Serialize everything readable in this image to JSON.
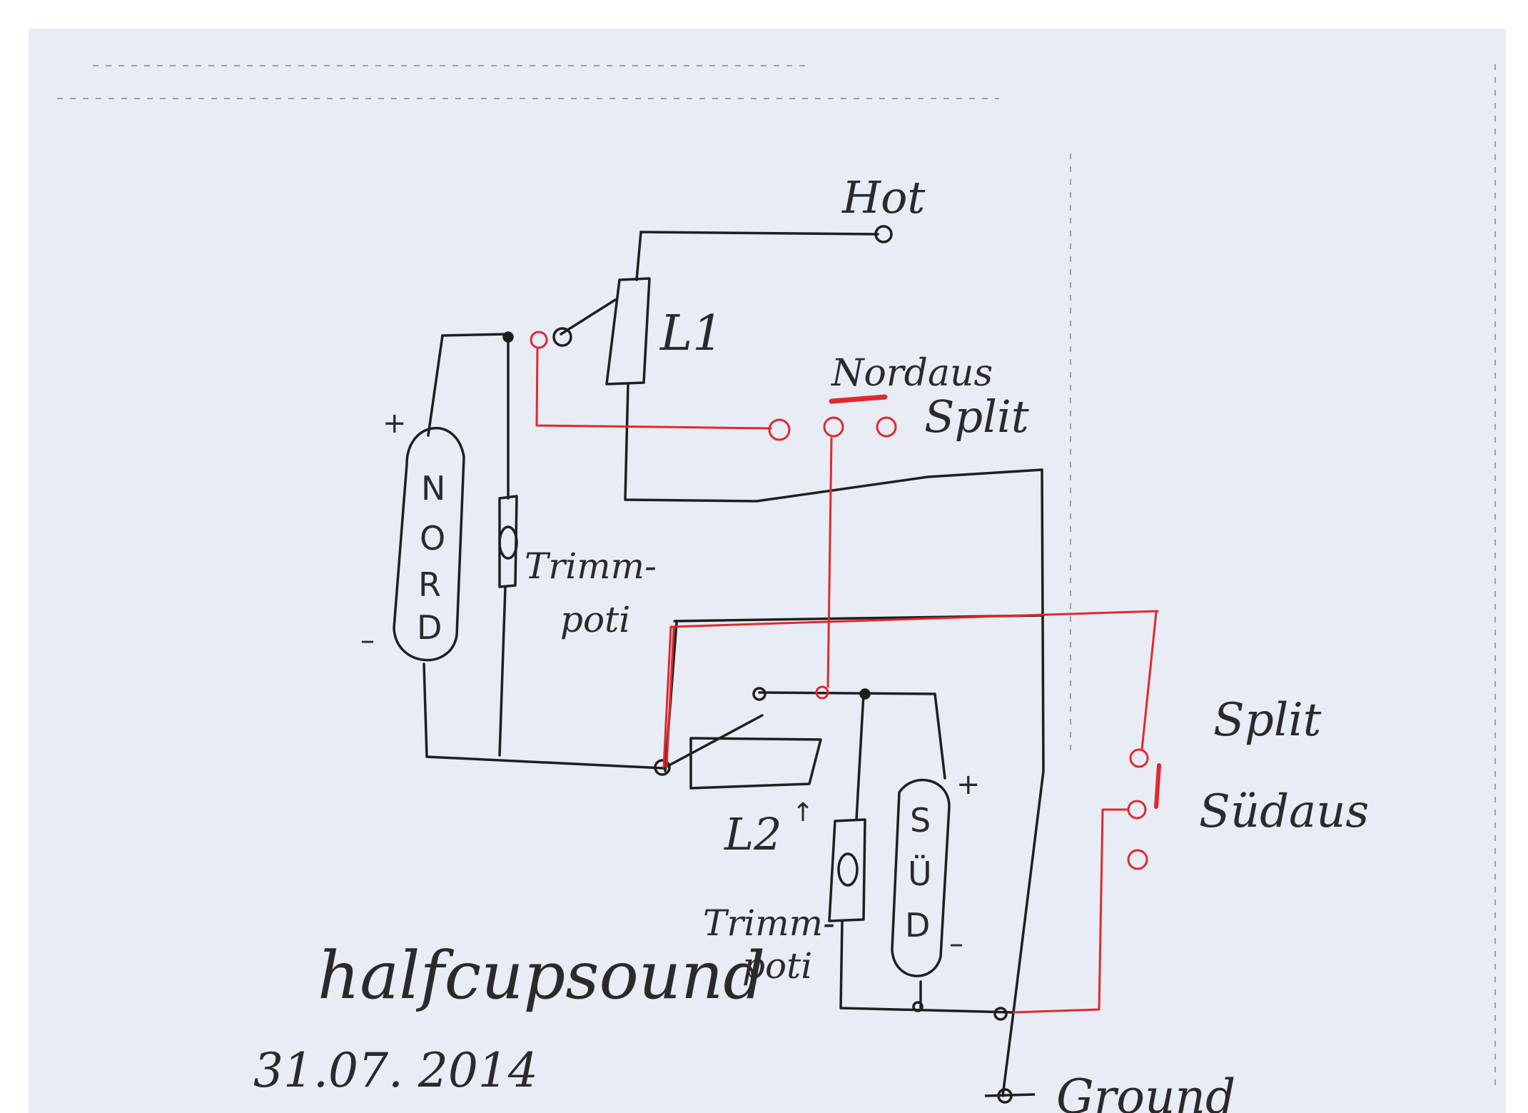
{
  "colors": {
    "paper": "#e8ecf5",
    "ink": "#1f1f1f",
    "red": "#e0292f"
  },
  "labels": {
    "hot": "Hot",
    "l1": "L1",
    "nordaus_line1": "Nordaus",
    "nordaus_line2": "Split",
    "plus_nord": "+",
    "minus_nord": "–",
    "nord_letters": [
      "N",
      "O",
      "R",
      "D"
    ],
    "trimm1_line1": "Trimm-",
    "trimm1_line2": "poti",
    "l2": "L2",
    "plus_sud": "+",
    "minus_sud": "–",
    "sud_letters": [
      "S",
      "Ü",
      "D"
    ],
    "trimm2_line1": "Trimm-",
    "trimm2_line2": "poti",
    "split_sud_line1": "Split",
    "split_sud_line2": "Südaus",
    "title": "halfcupsound",
    "date": "31.07. 2014",
    "ground": "Ground"
  }
}
